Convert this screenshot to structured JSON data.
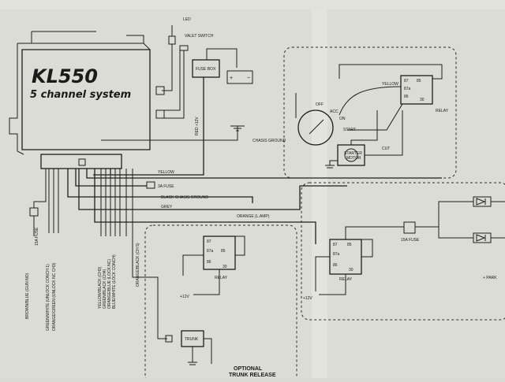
{
  "module": {
    "title": "KL550",
    "subtitle": "5 channel system"
  },
  "top": {
    "led": "LED",
    "valet_switch": "VALET SWITCH",
    "fuse_box": "FUSE BOX",
    "red_12v": "RED +12V",
    "chassis_ground": "CHASIS GROUND"
  },
  "wires": {
    "yellow": "YELLOW",
    "fuse_3a": "3A FUSE",
    "black_ground": "BLACK CHASIS GROUND",
    "grey": "GREY",
    "orange": "ORANGE (L.AMP)",
    "fuse_15a_left": "15A FUSE",
    "brown_blue": "BROWN/BLUE (GUN NO)",
    "green_white": "GREEN/WHITE (UNLOCK CONCH 1)",
    "orange_green": "ORANGE/GREEN (UNLOCK NC CH3)",
    "yellow_black": "YELLOW/BLACK (CH3)",
    "green_black": "GREEN/BLACK (CH4)",
    "orange_blue": "ORANGE/BLUE (LOCK NC)",
    "blue_white": "BLUE/WHITE (LOCK CONCH)",
    "orange_black": "ORANGE/BLACK (CH 5)"
  },
  "ignition": {
    "off": "OFF",
    "acc": "ACC",
    "on": "ON",
    "start": "START",
    "yellow": "YELLOW",
    "starter_motor": "STARTER MOTOR",
    "cut": "CUT"
  },
  "relay": {
    "p87": "87",
    "p87a": "87a",
    "p85": "85",
    "p86": "86",
    "p30": "30",
    "label": "RELAY"
  },
  "trunk": {
    "label": "TRUNK",
    "plus12": "+12V",
    "optional": "OPTIONAL",
    "trunk_release": "TRUNK RELEASE"
  },
  "lamp": {
    "fuse_15a": "15A FUSE",
    "plus12": "+12V",
    "parking": "+ PARK"
  }
}
